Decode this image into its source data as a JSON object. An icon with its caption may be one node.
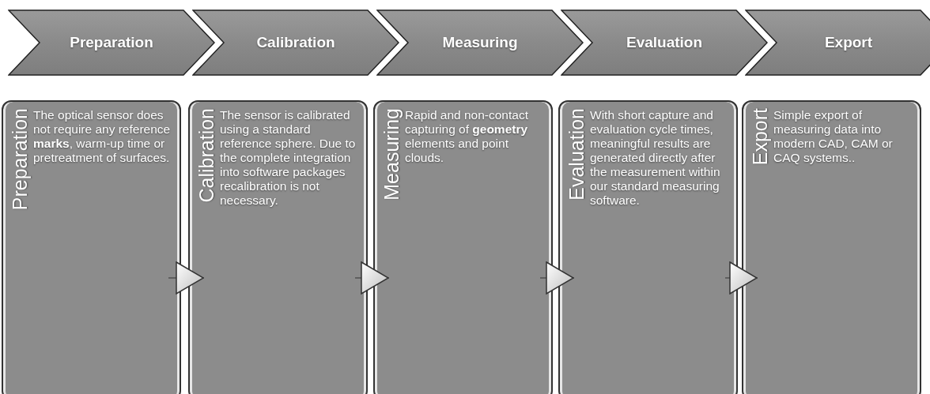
{
  "diagram": {
    "nodes": [
      {
        "text": [
          "Preparation"
        ]
      },
      {
        "text": [
          "Calibration"
        ]
      },
      {
        "text": [
          "Measuring"
        ]
      },
      {
        "text": [
          "Evaluation"
        ]
      },
      {
        "text": [
          "Export"
        ]
      },
      {
        "text": [
          "Preparation",
          "The optical sensor does not require any reference **marks**, warm-up time or pretreatment of surfaces."
        ]
      },
      {
        "text": [
          "Calibration",
          "The sensor is calibrated using a standard reference sphere. Due to the complete integration into software packages recalibration is not necessary."
        ]
      },
      {
        "text": [
          "Measuring",
          "Rapid and non-contact capturing of **geometry** elements and point clouds."
        ]
      },
      {
        "text": [
          "Evaluation",
          "With short capture and evaluation cycle times, meaningful results are generated directly after the measurement within our standard measuring software."
        ]
      },
      {
        "text": [
          "Export",
          "Simple export of measuring data into modern CAD, CAM or CAQ systems.."
        ]
      }
    ],
    "edges": [
      {
        "from": 5,
        "to": 6,
        "arrow": "to"
      },
      {
        "from": 6,
        "to": 7,
        "arrow": "to"
      },
      {
        "from": 7,
        "to": 8,
        "arrow": "to"
      },
      {
        "from": 8,
        "to": 9,
        "arrow": "to"
      }
    ]
  }
}
